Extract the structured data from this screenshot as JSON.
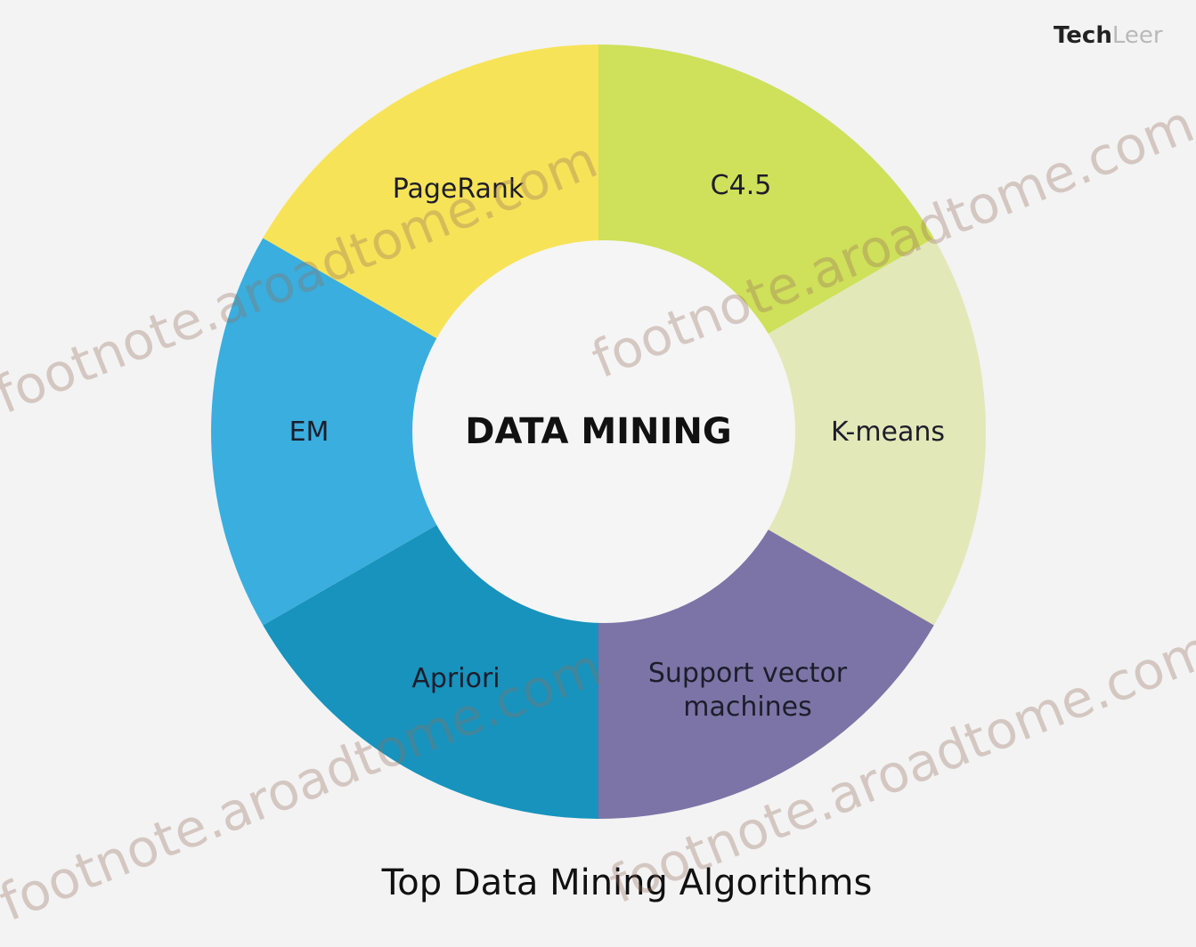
{
  "diagram": {
    "center_title": "DATA MINING",
    "caption": "Top Data Mining Algorithms",
    "brand": {
      "part1": "Tech",
      "part2": "Leer"
    },
    "segments": [
      {
        "id": "c45",
        "label_lines": [
          "C4.5"
        ],
        "color": "#cfe05a"
      },
      {
        "id": "kmeans",
        "label_lines": [
          "K-means"
        ],
        "color": "#e3e8b8"
      },
      {
        "id": "svm",
        "label_lines": [
          "Support vector",
          "machines"
        ],
        "color": "#7c74a6"
      },
      {
        "id": "apriori",
        "label_lines": [
          "Apriori"
        ],
        "color": "#1793bd"
      },
      {
        "id": "em",
        "label_lines": [
          "EM"
        ],
        "color": "#3aaede"
      },
      {
        "id": "pagerank",
        "label_lines": [
          "PageRank"
        ],
        "color": "#f7e358"
      }
    ],
    "watermark": "footnote.aroadtome.com"
  }
}
